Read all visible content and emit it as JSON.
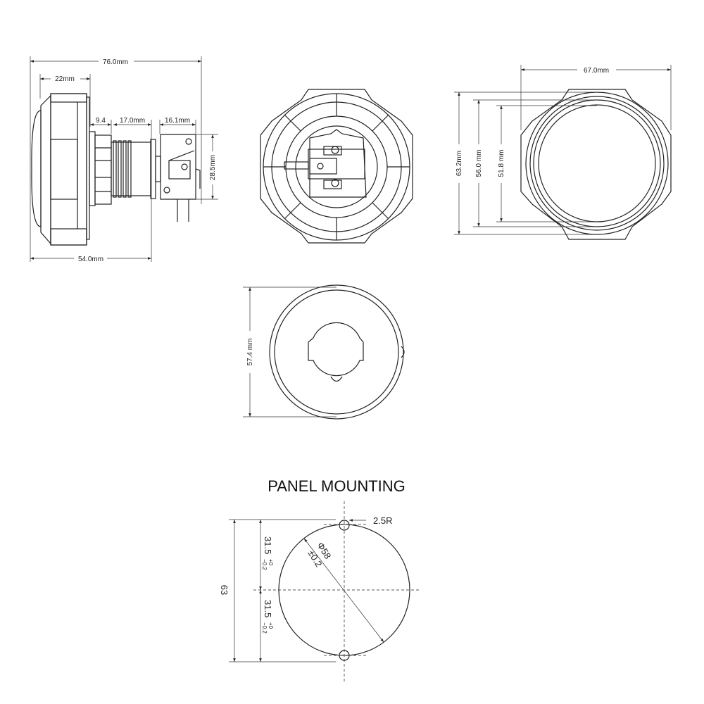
{
  "side_view": {
    "overall_length": "76.0mm",
    "bezel_depth": "22mm",
    "nut": "9.4",
    "thread": "17.0mm",
    "switch_length": "16.1mm",
    "switch_height": "28.5mm",
    "body_length": "54.0mm"
  },
  "right_view": {
    "width": "67.0mm",
    "outer_height": "63.2mm",
    "mid_diameter": "56.0 mm",
    "inner_diameter": "51.8 mm"
  },
  "bottom_view": {
    "diameter": "57.4 mm"
  },
  "panel_mounting": {
    "title": "PANEL MOUNTING",
    "notch_radius": "2.5R",
    "hole_diameter": "Φ58",
    "hole_tolerance": "±0.2",
    "total_height": "63",
    "half_height": "31.5",
    "tol_plus": "+0",
    "tol_minus": "−0.2"
  }
}
